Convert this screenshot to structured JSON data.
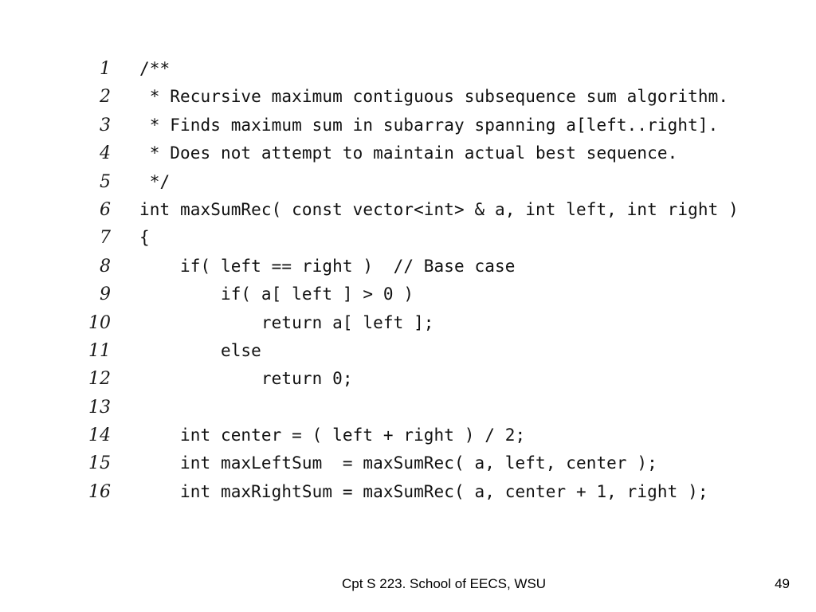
{
  "code": {
    "lines": [
      {
        "number": "1",
        "text": "/**"
      },
      {
        "number": "2",
        "text": " * Recursive maximum contiguous subsequence sum algorithm."
      },
      {
        "number": "3",
        "text": " * Finds maximum sum in subarray spanning a[left..right]."
      },
      {
        "number": "4",
        "text": " * Does not attempt to maintain actual best sequence."
      },
      {
        "number": "5",
        "text": " */"
      },
      {
        "number": "6",
        "text": "int maxSumRec( const vector<int> & a, int left, int right )"
      },
      {
        "number": "7",
        "text": "{"
      },
      {
        "number": "8",
        "text": "    if( left == right )  // Base case"
      },
      {
        "number": "9",
        "text": "        if( a[ left ] > 0 )"
      },
      {
        "number": "10",
        "text": "            return a[ left ];"
      },
      {
        "number": "11",
        "text": "        else"
      },
      {
        "number": "12",
        "text": "            return 0;"
      },
      {
        "number": "13",
        "text": ""
      },
      {
        "number": "14",
        "text": "    int center = ( left + right ) / 2;"
      },
      {
        "number": "15",
        "text": "    int maxLeftSum  = maxSumRec( a, left, center );"
      },
      {
        "number": "16",
        "text": "    int maxRightSum = maxSumRec( a, center + 1, right );"
      }
    ]
  },
  "footer": {
    "text": "Cpt S 223. School of EECS, WSU",
    "page_number": "49"
  }
}
